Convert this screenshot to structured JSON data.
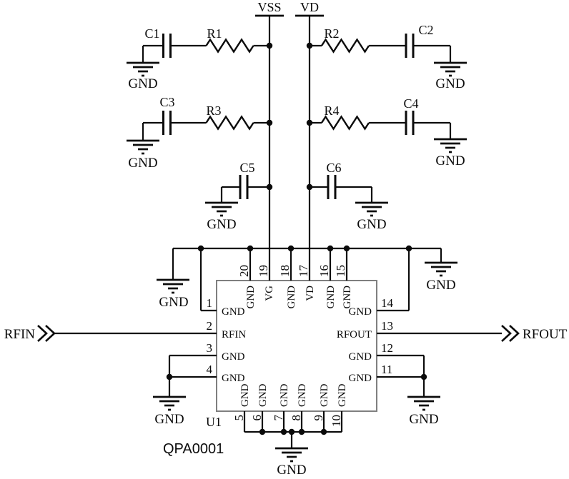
{
  "schematic": {
    "colors": {
      "wire": "#0b0b0b",
      "ic_outline": "#7f7f7f"
    },
    "power_rails": {
      "vss": "VSS",
      "vd": "VD"
    },
    "gnd_label": "GND",
    "ports": {
      "rfin": "RFIN",
      "rfout": "RFOUT"
    },
    "components": {
      "c1": "C1",
      "r1": "R1",
      "r2": "R2",
      "c2": "C2",
      "c3": "C3",
      "r3": "R3",
      "r4": "R4",
      "c4": "C4",
      "c5": "C5",
      "c6": "C6"
    },
    "ic": {
      "designator": "U1",
      "part": "QPA0001",
      "pins": {
        "p1": {
          "num": "1",
          "name": "GND"
        },
        "p2": {
          "num": "2",
          "name": "RFIN"
        },
        "p3": {
          "num": "3",
          "name": "GND"
        },
        "p4": {
          "num": "4",
          "name": "GND"
        },
        "p5": {
          "num": "5",
          "name": "GND"
        },
        "p6": {
          "num": "6",
          "name": "GND"
        },
        "p7": {
          "num": "7",
          "name": "GND"
        },
        "p8": {
          "num": "8",
          "name": "GND"
        },
        "p9": {
          "num": "9",
          "name": "GND"
        },
        "p10": {
          "num": "10",
          "name": "GND"
        },
        "p11": {
          "num": "11",
          "name": "GND"
        },
        "p12": {
          "num": "12",
          "name": "GND"
        },
        "p13": {
          "num": "13",
          "name": "RFOUT"
        },
        "p14": {
          "num": "14",
          "name": "GND"
        },
        "p15": {
          "num": "15",
          "name": "GND"
        },
        "p16": {
          "num": "16",
          "name": "GND"
        },
        "p17": {
          "num": "17",
          "name": "VD"
        },
        "p18": {
          "num": "18",
          "name": "GND"
        },
        "p19": {
          "num": "19",
          "name": "VG"
        },
        "p20": {
          "num": "20",
          "name": "GND"
        }
      }
    }
  }
}
